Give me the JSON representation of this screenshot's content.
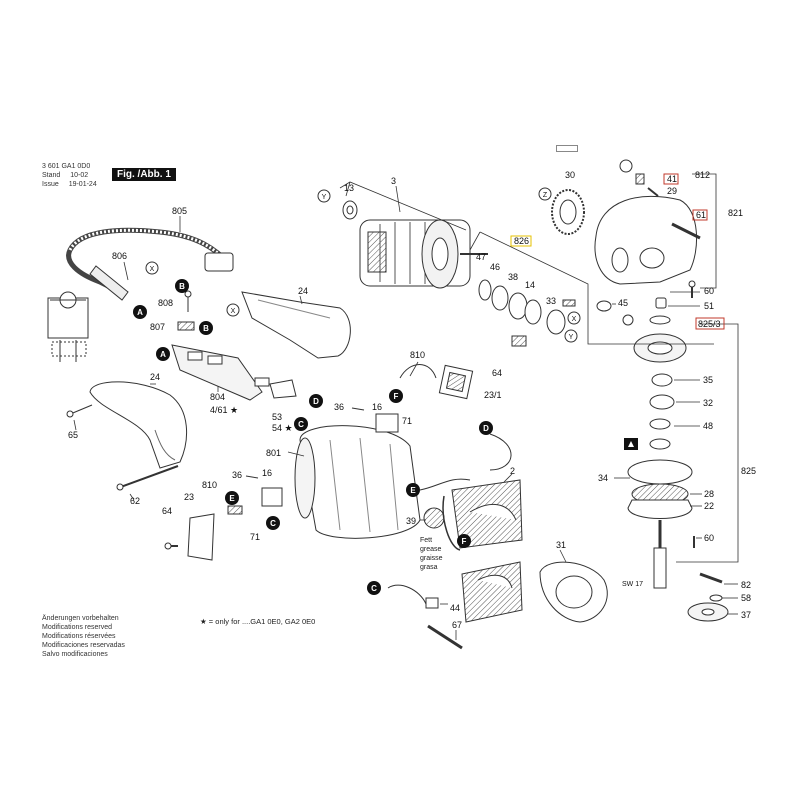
{
  "header": {
    "doc_number": "3 601 GA1 0D0",
    "stand_label": "Stand",
    "stand_value": "10-02",
    "issue_label": "Issue",
    "issue_value": "19-01-24",
    "figure_label": "Fig. /Abb. 1"
  },
  "notes": [
    "Änderungen vorbehalten",
    "Modifications reserved",
    "Modifications réservées",
    "Modificaciones reservadas",
    "Salvo modificaciones"
  ],
  "footnote": "★ = only for ....GA1 0E0, GA2 0E0",
  "grease_labels": [
    "Fett",
    "grease",
    "graisse",
    "grasa"
  ],
  "part_labels": {
    "p3": "3",
    "p13": "13",
    "p30": "30",
    "p812": "812",
    "p41": "41",
    "p29": "29",
    "p821": "821",
    "p61": "61",
    "p826": "826",
    "p805": "805",
    "p806": "806",
    "p808": "808",
    "p807": "807",
    "p24a": "24",
    "p24b": "24",
    "p47": "47",
    "p46": "46",
    "p38": "38",
    "p14": "14",
    "p33": "33",
    "p45": "45",
    "p60a": "60",
    "p51": "51",
    "p8253": "825/3",
    "p65": "65",
    "p62": "62",
    "p804": "804",
    "p461": "4/61 ★",
    "p53": "53",
    "p54": "54 ★",
    "p810a": "810",
    "p64a": "64",
    "p231": "23/1",
    "p36a": "36",
    "p16a": "16",
    "p71a": "71",
    "p35": "35",
    "p32": "32",
    "p48": "48",
    "p801": "801",
    "p36b": "36",
    "p16b": "16",
    "p810b": "810",
    "p23": "23",
    "p64b": "64",
    "p71b": "71",
    "p2": "2",
    "p39": "39",
    "p34": "34",
    "p28": "28",
    "p22": "22",
    "p60b": "60",
    "p825": "825",
    "p31": "31",
    "p44": "44",
    "p67": "67",
    "p82": "82",
    "p58": "58",
    "p37": "37",
    "sw17": "SW 17"
  },
  "connector_letters": {
    "A": "A",
    "B": "B",
    "C": "C",
    "D": "D",
    "E": "E",
    "F": "F",
    "X": "X",
    "Y": "Y",
    "Z": "Z"
  },
  "colors": {
    "line": "#333333",
    "highlight_red": "#c0392b",
    "highlight_yellow": "#e6c200",
    "badge": "#111111"
  }
}
